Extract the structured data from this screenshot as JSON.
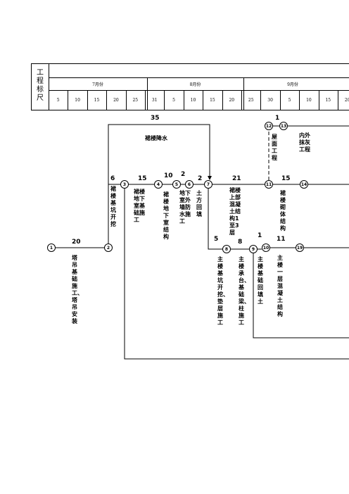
{
  "header": {
    "row_label": "工程标尺",
    "months": [
      "7月份",
      "8月份",
      "9月份"
    ],
    "days": [
      "5",
      "10",
      "15",
      "20",
      "25",
      "31",
      "5",
      "10",
      "15",
      "20",
      "25",
      "30",
      "5",
      "10",
      "15",
      "20"
    ]
  },
  "nodes": [
    {
      "id": "1"
    },
    {
      "id": "2"
    },
    {
      "id": "3"
    },
    {
      "id": "4"
    },
    {
      "id": "5"
    },
    {
      "id": "6"
    },
    {
      "id": "7"
    },
    {
      "id": "8"
    },
    {
      "id": "9"
    },
    {
      "id": "10"
    },
    {
      "id": "11"
    },
    {
      "id": "12"
    },
    {
      "id": "13"
    },
    {
      "id": "14"
    },
    {
      "id": "19"
    }
  ],
  "durations": [
    "35",
    "1",
    "6",
    "15",
    "10",
    "2",
    "2",
    "21",
    "15",
    "20",
    "5",
    "8",
    "1",
    "11"
  ],
  "tasks": {
    "dewatering": "裙楼降水",
    "pit_excavation": "裙楼基坑开挖",
    "basement_foundation": "裙楼地下室基础施工",
    "basement_structure": "裙楼地下室结构",
    "basement_waterproof": "地下室外墙防水施工",
    "earth_backfill": "土方回填",
    "upper_concrete": "裙楼上部混凝土结构1至3层",
    "roof": "屋面工程",
    "interior_plaster": "内外抹灰工程",
    "masonry": "裙楼砌体结构",
    "crane": "塔吊基础施工、塔吊安装",
    "main_pit": "主楼基坑开挖、垫层施工",
    "main_cap": "主楼承台、基础梁、柱施工",
    "main_backfill": "主楼基础回填土",
    "main_floor1": "主楼一层混凝土结构"
  }
}
